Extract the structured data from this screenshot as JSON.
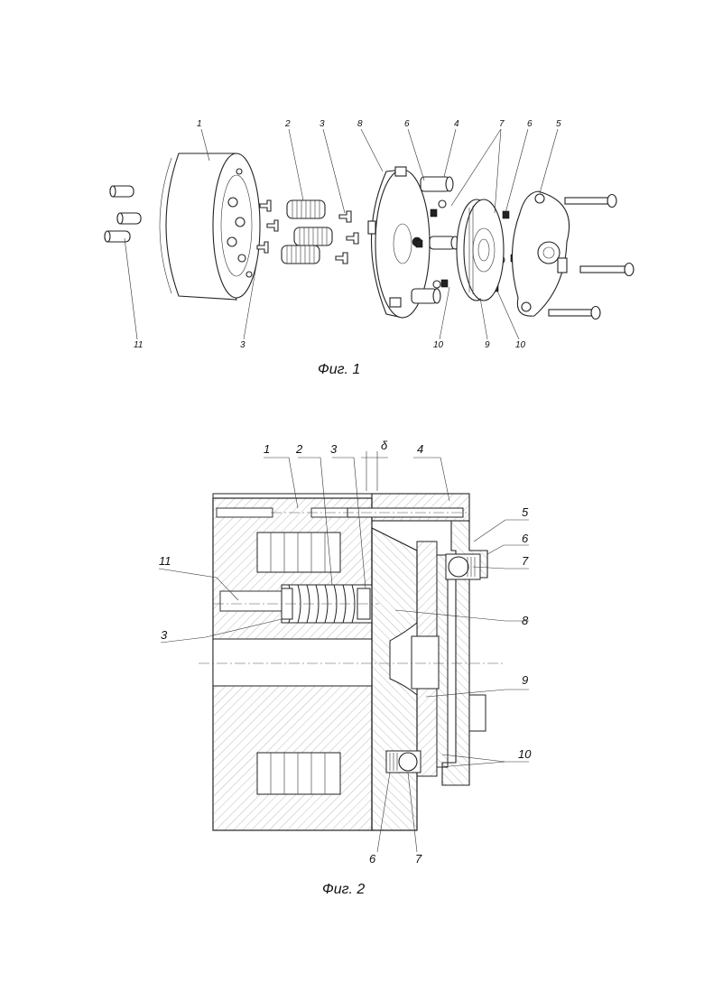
{
  "figure1": {
    "caption": "Фиг. 1",
    "labels": {
      "p1": "1",
      "p2": "2",
      "p3a": "3",
      "p8": "8",
      "p6a": "6",
      "p4": "4",
      "p7": "7",
      "p6b": "6",
      "p5": "5",
      "p11": "11",
      "p3b": "3",
      "p10a": "10",
      "p9": "9",
      "p10b": "10"
    }
  },
  "figure2": {
    "caption": "Фиг. 2",
    "gap_symbol": "δ",
    "labels": {
      "p1": "1",
      "p2": "2",
      "p3a": "3",
      "p4": "4",
      "p5": "5",
      "p6a": "6",
      "p7a": "7",
      "p11": "11",
      "p3b": "3",
      "p8": "8",
      "p9": "9",
      "p10": "10",
      "p6b": "6",
      "p7b": "7"
    }
  }
}
